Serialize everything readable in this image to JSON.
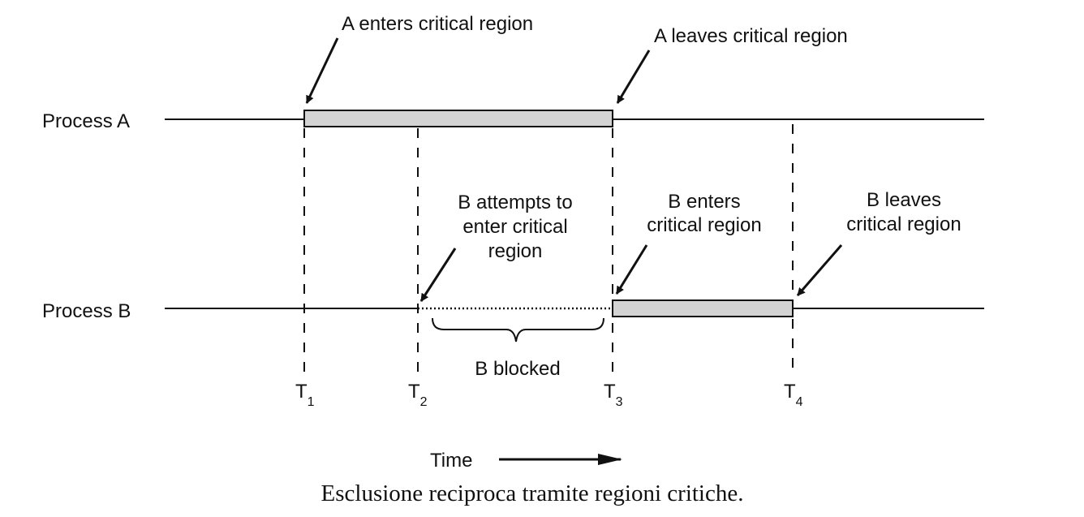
{
  "processes": {
    "a_label": "Process A",
    "b_label": "Process B"
  },
  "annotations": {
    "a_enters": "A enters critical region",
    "a_leaves": "A leaves critical region",
    "b_attempts": [
      "B attempts to",
      "enter critical",
      "region"
    ],
    "b_enters": [
      "B enters",
      "critical region"
    ],
    "b_leaves": [
      "B leaves",
      "critical region"
    ],
    "b_blocked": "B blocked"
  },
  "time_marks": [
    {
      "letter": "T",
      "sub": "1"
    },
    {
      "letter": "T",
      "sub": "2"
    },
    {
      "letter": "T",
      "sub": "3"
    },
    {
      "letter": "T",
      "sub": "4"
    }
  ],
  "time_axis_label": "Time",
  "caption": "Esclusione reciproca tramite regioni critiche.",
  "colors": {
    "region_fill": "#d3d3d3",
    "line": "#111111"
  }
}
